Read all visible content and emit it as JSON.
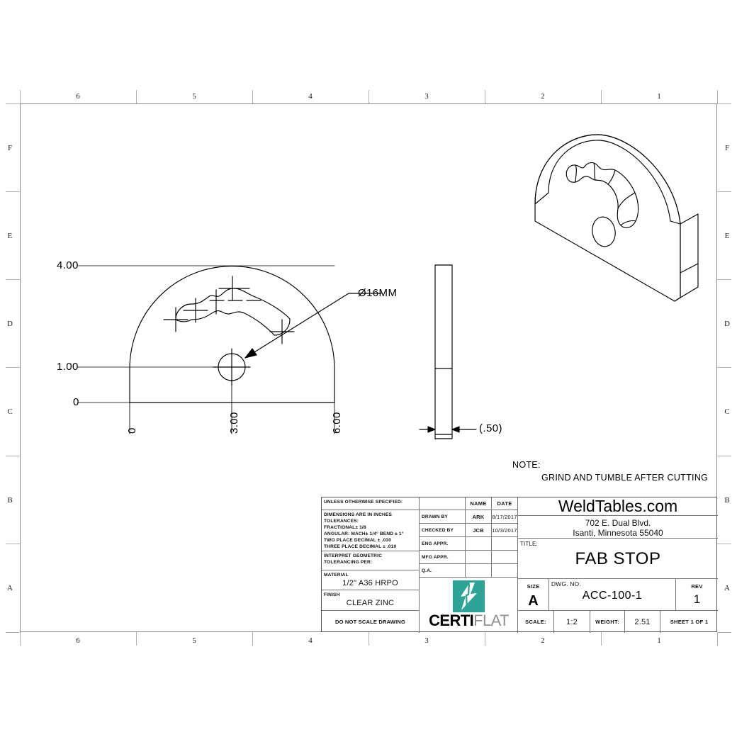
{
  "sheet": {
    "frame_zones_top": [
      "6",
      "5",
      "4",
      "3",
      "2",
      "1"
    ],
    "frame_zones_bottom": [
      "6",
      "5",
      "4",
      "3",
      "2",
      "1"
    ],
    "frame_zones_left": [
      "F",
      "E",
      "D",
      "C",
      "B",
      "A"
    ],
    "frame_zones_right": [
      "F",
      "E",
      "D",
      "C",
      "B",
      "A"
    ]
  },
  "drawing": {
    "ordinate_vertical": [
      "4.00",
      "1.00",
      "0"
    ],
    "ordinate_horizontal": [
      "0",
      "3.00",
      "6.00"
    ],
    "hole_callout": "Ø16MM",
    "thickness_dim": "(.50)",
    "note_label": "NOTE:",
    "note_text": "GRIND AND TUMBLE AFTER CUTTING"
  },
  "title_block": {
    "unless_specified": "UNLESS OTHERWISE SPECIFIED:",
    "tolerances": {
      "line1": "DIMENSIONS ARE IN INCHES",
      "line2": "TOLERANCES:",
      "line3": "FRACTIONAL± 1/8",
      "line4": "ANGULAR: MACH± 1/4° BEND ± 1°",
      "line5": "TWO PLACE DECIMAL   ± .030",
      "line6": "THREE PLACE DECIMAL ± .010"
    },
    "interpret": {
      "line1": "INTERPRET GEOMETRIC",
      "line2": "TOLERANCING PER:"
    },
    "material_label": "MATERIAL",
    "material_value": "1/2\" A36 HRPO",
    "finish_label": "FINISH",
    "finish_value": "CLEAR ZINC",
    "do_not_scale": "DO NOT SCALE DRAWING",
    "approvals": {
      "col_name": "NAME",
      "col_date": "DATE",
      "rows": [
        {
          "label": "DRAWN BY",
          "name": "ARK",
          "date": "8/17/2017"
        },
        {
          "label": "CHECKED BY",
          "name": "JCB",
          "date": "10/3/2017"
        },
        {
          "label": "ENG APPR.",
          "name": "",
          "date": ""
        },
        {
          "label": "MFG APPR.",
          "name": "",
          "date": ""
        },
        {
          "label": "Q.A.",
          "name": "",
          "date": ""
        }
      ]
    },
    "company": "WeldTables.com",
    "address_line1": "702 E. Dual Blvd.",
    "address_line2": "Isanti, Minnesota 55040",
    "title_label": "TITLE:",
    "title_value": "FAB STOP",
    "size_label": "SIZE",
    "size_value": "A",
    "dwg_no_label": "DWG. NO.",
    "dwg_no_value": "ACC-100-1",
    "rev_label": "REV",
    "rev_value": "1",
    "scale_label": "SCALE:",
    "scale_value": "1:2",
    "weight_label": "WEIGHT:",
    "weight_value": "2.51",
    "sheet_value": "SHEET 1 OF 1",
    "logo_word1": "CERTI",
    "logo_word2": "FLAT",
    "logo_color": "#2fa396"
  }
}
